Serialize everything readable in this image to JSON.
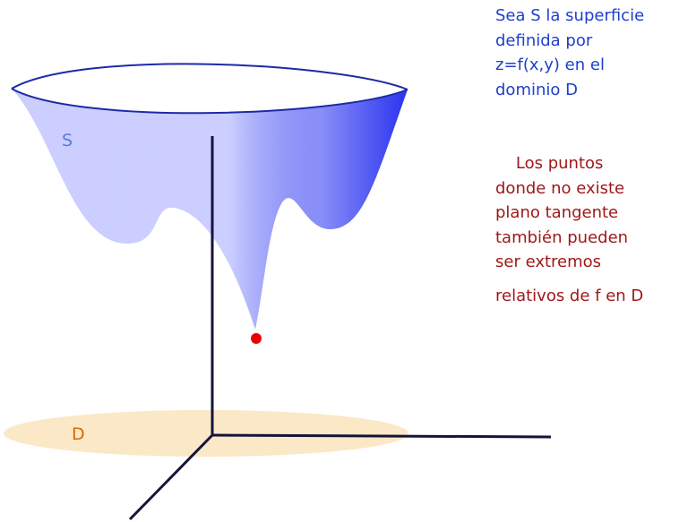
{
  "labels": {
    "surface": "S",
    "domain": "D"
  },
  "text_blue": {
    "lines": [
      "Sea S la superficie",
      "definida por",
      "z=f(x,y) en el",
      "dominio D"
    ]
  },
  "text_red": {
    "lines": [
      "    Los puntos",
      "donde no existe",
      "plano tangente",
      "también pueden",
      "ser extremos",
      "relativos de f en D"
    ]
  },
  "colors": {
    "blue_text": "#1f3fcc",
    "red_text": "#a01818",
    "surface_light": "#c8ccff",
    "surface_dark": "#2a33f0",
    "surface_label": "#5b7cd6",
    "surface_edge": "#1c2aa8",
    "domain_fill": "#fbe8c6",
    "domain_label": "#d96b00",
    "axis": "#14143c",
    "point": "#ee0000"
  }
}
